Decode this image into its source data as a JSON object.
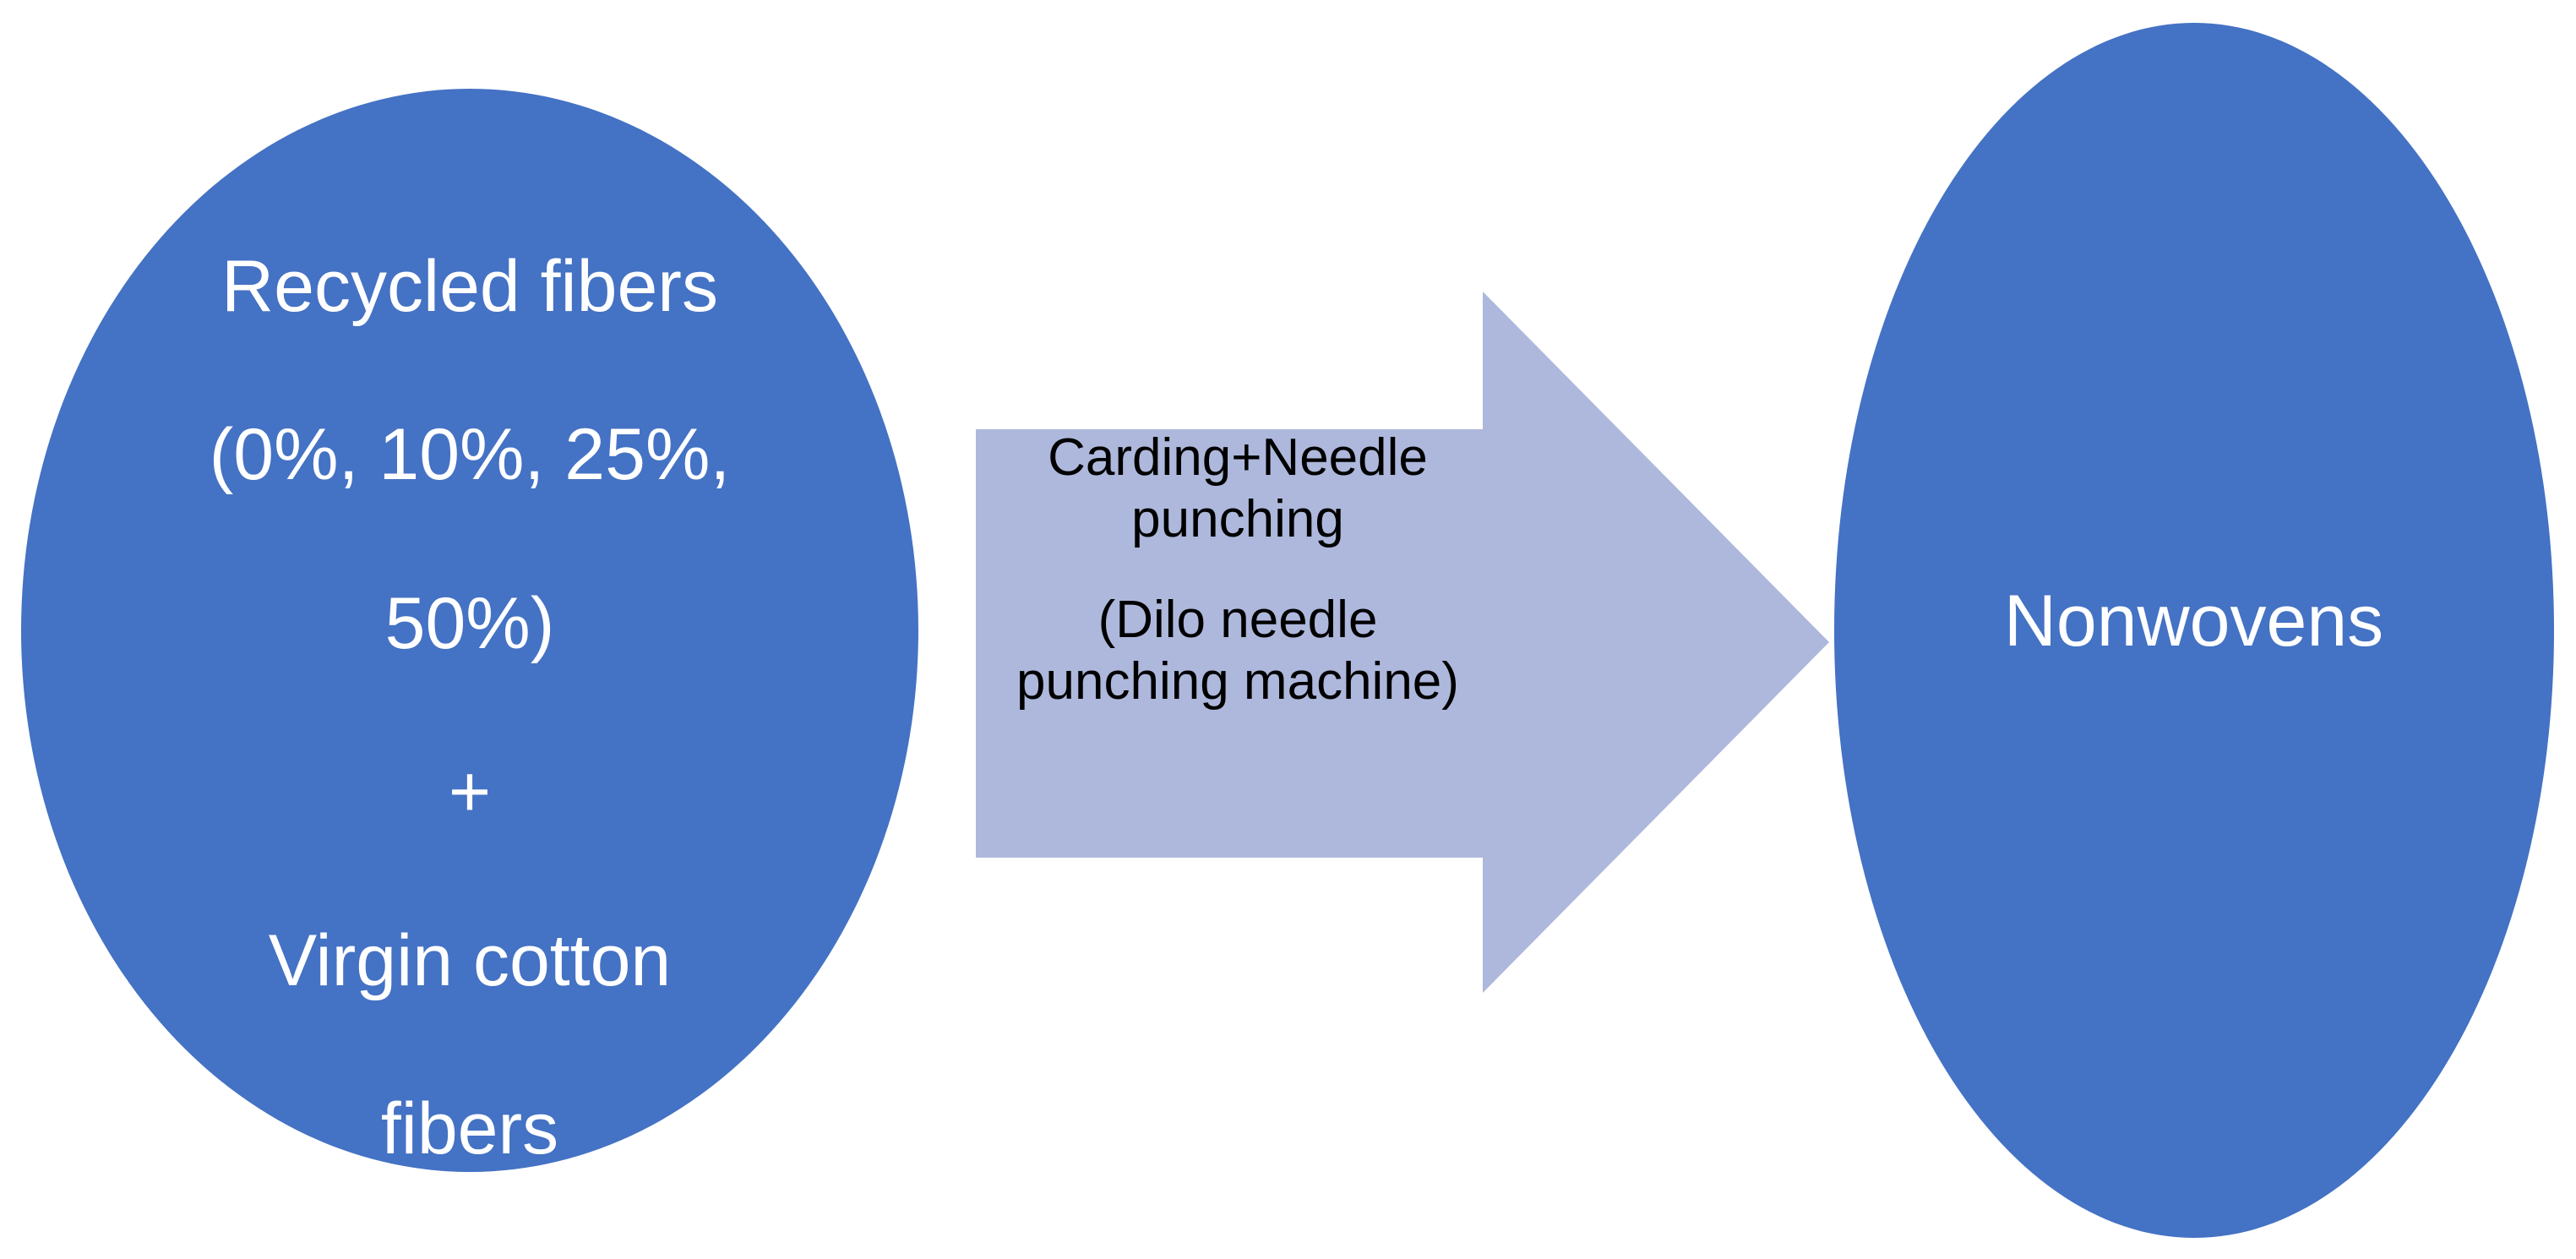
{
  "diagram": {
    "type": "process-flow",
    "title": "Nonwoven production process flow",
    "background_color": "#FFFFFF",
    "nodes": [
      {
        "id": "source",
        "shape": "ellipse",
        "name": "recycled-and-virgin-fiber-input",
        "fill_color": "#4472C4",
        "text_color": "#FFFFFF",
        "lines": [
          "Recycled fibers",
          "(0%, 10%, 25%,",
          "50%)",
          "+",
          "Virgin cotton",
          "fibers"
        ],
        "full_text": "Recycled fibers (0%, 10%, 25%, 50%) + Virgin cotton fibers",
        "recycled_percentages": [
          "0%",
          "10%",
          "25%",
          "50%"
        ]
      },
      {
        "id": "target",
        "shape": "ellipse",
        "name": "nonwovens-output",
        "fill_color": "#4472C4",
        "text_color": "#FFFFFF",
        "label": "Nonwovens"
      }
    ],
    "connector": {
      "id": "process",
      "shape": "right-arrow",
      "name": "carding-needle-punching-arrow",
      "fill_color": "#AEB8DC",
      "text_color": "#000000",
      "direction": "right",
      "paragraphs": [
        "Carding+Needle punching",
        "(Dilo needle punching machine)"
      ],
      "line1": "Carding+Needle",
      "line2": "punching",
      "line3": "(Dilo needle",
      "line4": "punching machine)"
    }
  }
}
